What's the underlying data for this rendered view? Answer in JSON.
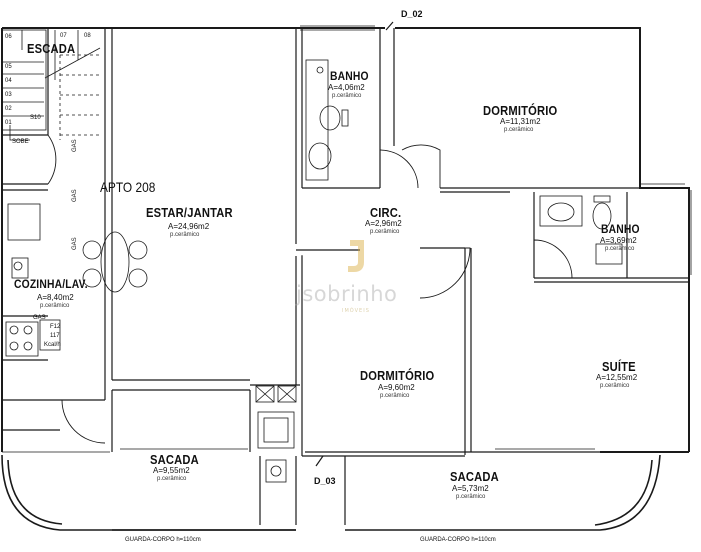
{
  "apartment_label": "APTO 208",
  "rooms": {
    "escada": {
      "name": "ESCADA"
    },
    "banho1": {
      "name": "BANHO",
      "area": "A=4,06m2",
      "finish": "p.cerâmico"
    },
    "dormitorio1": {
      "name": "DORMITÓRIO",
      "area": "A=11,31m2",
      "finish": "p.cerâmico"
    },
    "estar": {
      "name": "ESTAR/JANTAR",
      "area": "A=24,96m2",
      "finish": "p.cerâmico"
    },
    "circ": {
      "name": "CIRC.",
      "area": "A=2,96m2",
      "finish": "p.cerâmico"
    },
    "banho2": {
      "name": "BANHO",
      "area": "A=3,69m2",
      "finish": "p.cerâmico"
    },
    "cozinha": {
      "name": "COZINHA/LAV.",
      "area": "A=8,40m2",
      "finish": "p.cerâmico"
    },
    "dormitorio2": {
      "name": "DORMITÓRIO",
      "area": "A=9,60m2",
      "finish": "p.cerâmico"
    },
    "suite": {
      "name": "SUÍTE",
      "area": "A=12,55m2",
      "finish": "p.cerâmico"
    },
    "sacada1": {
      "name": "SACADA",
      "area": "A=9,55m2",
      "finish": "p.cerâmico"
    },
    "sacada2": {
      "name": "SACADA",
      "area": "A=5,73m2",
      "finish": "p.cerâmico"
    }
  },
  "stairs": {
    "steps": [
      "06",
      "05",
      "04",
      "03",
      "02",
      "01",
      "07",
      "08"
    ],
    "sobe": "SOBE",
    "s10": "S10"
  },
  "gas_labels": [
    "GAS",
    "GAS",
    "GAS",
    "GAS"
  ],
  "heater": {
    "line1": "F12",
    "line2": "117",
    "line3": "Kcal/h"
  },
  "section_marks": {
    "top": "D_02",
    "bottom": "D_03"
  },
  "railing_notes": [
    "GUARDA-CORPO   h=110cm",
    "GUARDA-CORPO   h=110cm"
  ],
  "watermark": {
    "brand": "jsobrinho",
    "sub": "IMÓVEIS",
    "color": "#d9a93a"
  }
}
